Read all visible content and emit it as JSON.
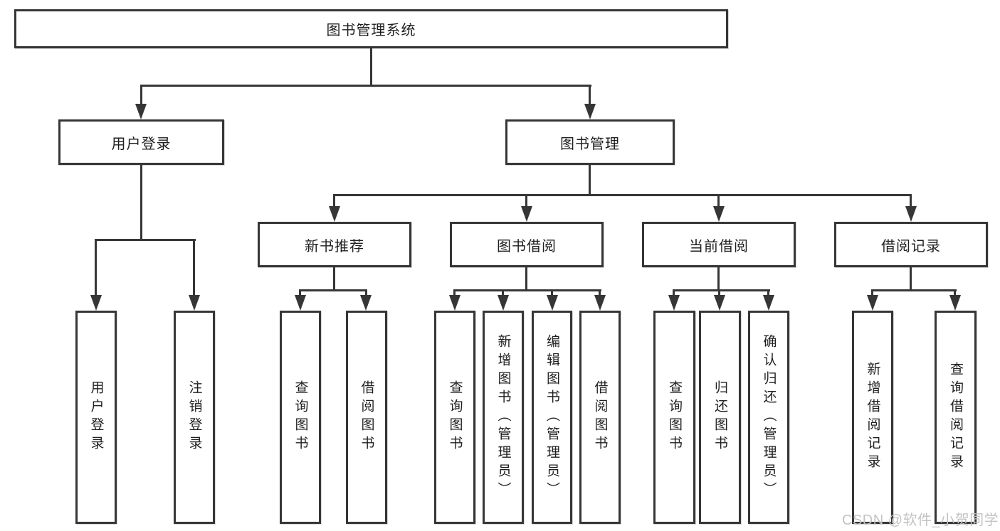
{
  "tree": {
    "label": "图书管理系统",
    "children": [
      {
        "label": "用户登录",
        "children": [
          {
            "label": "用户登录"
          },
          {
            "label": "注销登录"
          }
        ]
      },
      {
        "label": "图书管理",
        "children": [
          {
            "label": "新书推荐",
            "children": [
              {
                "label": "查询图书"
              },
              {
                "label": "借阅图书"
              }
            ]
          },
          {
            "label": "图书借阅",
            "children": [
              {
                "label": "查询图书"
              },
              {
                "label": "新增图书（管理员）"
              },
              {
                "label": "编辑图书（管理员）"
              },
              {
                "label": "借阅图书"
              }
            ]
          },
          {
            "label": "当前借阅",
            "children": [
              {
                "label": "查询图书"
              },
              {
                "label": "归还图书"
              },
              {
                "label": "确认归还（管理员）"
              }
            ]
          },
          {
            "label": "借阅记录",
            "children": [
              {
                "label": "新增借阅记录"
              },
              {
                "label": "查询借阅记录"
              }
            ]
          }
        ]
      }
    ]
  },
  "watermark": {
    "text": "CSDN @软件_小贺同学"
  },
  "colors": {
    "line": "#363636",
    "text": "#1f1f1f",
    "background": "#ffffff",
    "watermark": "#c3c3c3"
  }
}
